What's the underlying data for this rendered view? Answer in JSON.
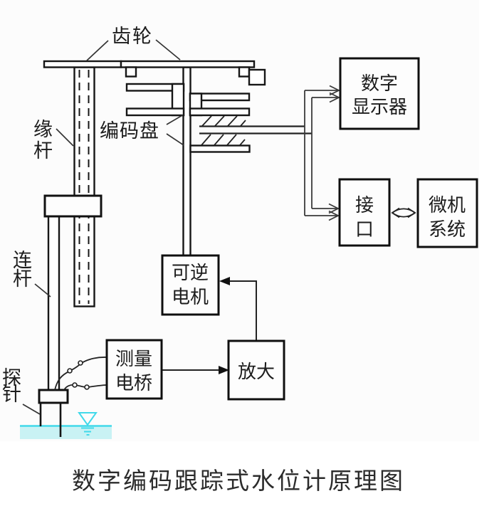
{
  "diagram_title": "数字编码跟踪式水位计原理图",
  "labels": {
    "gear": "齿轮",
    "rim_rod": [
      "缘",
      "杆"
    ],
    "encoder_disk": "编码盘",
    "connecting_rod": [
      "连",
      "杆"
    ],
    "probe": [
      "探",
      "针"
    ]
  },
  "boxes": {
    "digital_display": {
      "lines": [
        "数字",
        "显示器"
      ]
    },
    "interface": {
      "lines": [
        "接",
        "口"
      ]
    },
    "computer_system": {
      "lines": [
        "微机",
        "系统"
      ]
    },
    "reversible_motor": {
      "lines": [
        "可逆",
        "电机"
      ]
    },
    "measuring_bridge": {
      "lines": [
        "测量",
        "电桥"
      ]
    },
    "amplifier": {
      "lines": [
        "放大"
      ]
    }
  },
  "caption": "数字编码跟踪式水位计原理图",
  "colors": {
    "line": "#161616",
    "wire": "#3a3a3a",
    "panel": "#fcfcfc",
    "water_fill": "#c9f2f4",
    "water_line": "#41d9ea"
  }
}
